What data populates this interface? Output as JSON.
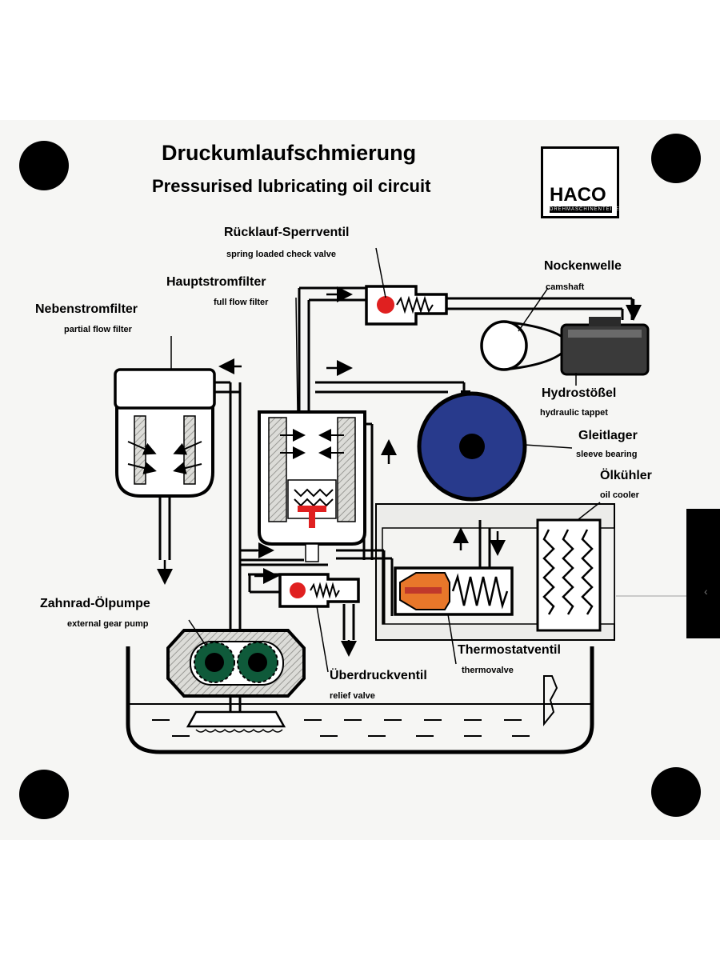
{
  "title_de": "Druckumlaufschmierung",
  "title_en": "Pressurised lubricating oil circuit",
  "logo": {
    "text": "HACO",
    "tagline": "DREHMASCHINENTEILE"
  },
  "colors": {
    "bearing_blue": "#283a8c",
    "valve_red": "#e02020",
    "thermo_orange": "#e8772a",
    "gear_green": "#0f5a3a",
    "panel_grey": "#e8e8e4",
    "mounting_hole": "#000000"
  },
  "components": [
    {
      "id": "check_valve",
      "name_de": "Rücklauf-Sperrventil",
      "name_en": "spring loaded check valve"
    },
    {
      "id": "camshaft",
      "name_de": "Nockenwelle",
      "name_en": "camshaft"
    },
    {
      "id": "main_filter",
      "name_de": "Hauptstromfilter",
      "name_en": "full flow filter"
    },
    {
      "id": "bypass_filter",
      "name_de": "Nebenstromfilter",
      "name_en": "partial flow filter"
    },
    {
      "id": "tappet",
      "name_de": "Hydrostößel",
      "name_en": "hydraulic tappet"
    },
    {
      "id": "bearing",
      "name_de": "Gleitlager",
      "name_en": "sleeve bearing"
    },
    {
      "id": "cooler",
      "name_de": "Ölkühler",
      "name_en": "oil cooler"
    },
    {
      "id": "gear_pump",
      "name_de": "Zahnrad-Ölpumpe",
      "name_en": "external gear pump"
    },
    {
      "id": "thermo_valve",
      "name_de": "Thermostatventil",
      "name_en": "thermovalve"
    },
    {
      "id": "relief_valve",
      "name_de": "Überdruckventil",
      "name_en": "relief valve"
    }
  ]
}
